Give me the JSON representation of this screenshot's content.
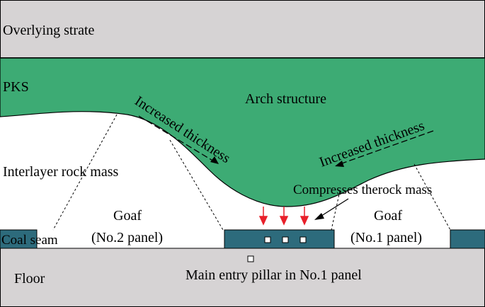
{
  "labels": {
    "overlying_strata": "Overlying strate",
    "pks": "PKS",
    "arch_structure": "Arch structure",
    "increased_thickness_left": "Increased thickness",
    "increased_thickness_right": "Increased thickness",
    "interlayer_rock_mass": "Interlayer rock mass",
    "compresses_rock_mass": "Compresses therock mass",
    "goaf_left": "Goaf",
    "goaf_left_panel": "(No.2 panel)",
    "goaf_right": "Goaf",
    "goaf_right_panel": "(No.1 panel)",
    "coal_seam": "Coal seam",
    "floor": "Floor",
    "main_entry_pillar": "Main entry pillar in No.1 panel"
  },
  "colors": {
    "strata_gray": "#d6d3d4",
    "pks_green": "#3dab74",
    "coal_teal": "#2d6b7c",
    "arrow_red": "#e8202a"
  }
}
